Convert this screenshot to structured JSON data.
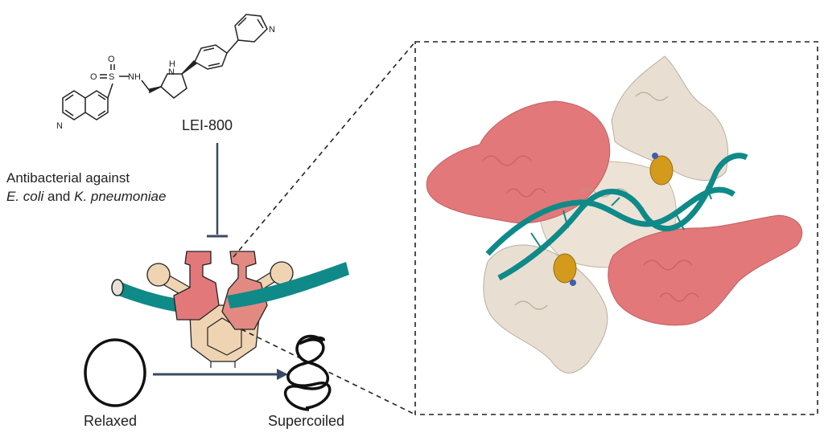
{
  "compound": {
    "name": "LEI-800",
    "atoms": {
      "oxygen": "O",
      "sulfur": "S",
      "amide": "NH",
      "ring_nh": "H",
      "nitrogen": "N"
    }
  },
  "activity": {
    "line1": "Antibacterial against",
    "species1": "E. coli",
    "conjunction": " and ",
    "species2": "K. pneumoniae"
  },
  "states": {
    "relaxed": "Relaxed",
    "supercoiled": "Supercoiled"
  },
  "colors": {
    "gyrA_salmon": "#e2787a",
    "gyrB_beige": "#efd4b4",
    "dna_teal": "#0f8a88",
    "ligand_gold": "#d39a1c",
    "arrow": "#3b4a63"
  },
  "structure_panel": {
    "border": "dashed"
  }
}
